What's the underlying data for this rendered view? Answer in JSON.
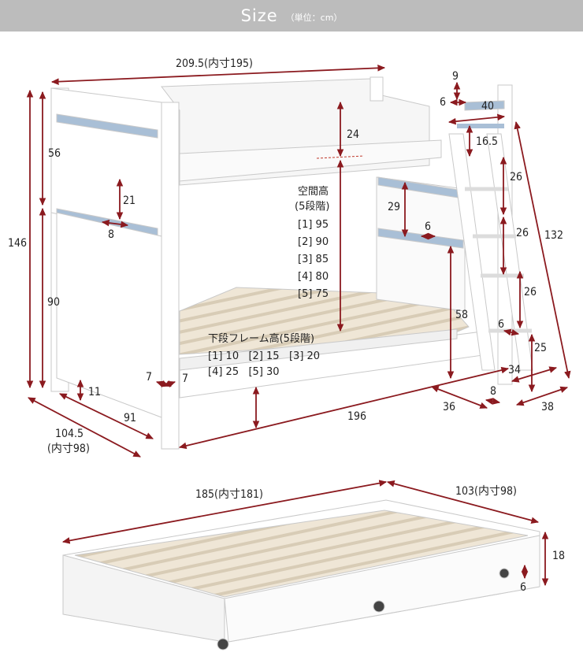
{
  "header": {
    "title": "Size",
    "unit": "（単位：cm）"
  },
  "colors": {
    "header_bg": "#bcbcbc",
    "dimension": "#8b1a1f",
    "frame": "#ffffff",
    "accent_rail": "#a9bfd6",
    "slats": "#e7dcc8"
  },
  "bunk": {
    "total_length": "209.5(内寸195)",
    "total_height": "146",
    "upper_guard": "56",
    "lower_side_height": "90",
    "rail_gap_side": "21",
    "rail_width_side": "8",
    "leg_bottom": "11",
    "leg_w1": "7",
    "leg_w2": "7",
    "depth_91": "91",
    "width_outer": "104.5",
    "width_inner": "(内寸98)",
    "length_196": "196",
    "post_top": "9",
    "post_6": "6",
    "ladder_top_40": "40",
    "ladder_16_5": "16.5",
    "guard_24": "24",
    "rail_29": "29",
    "rail_6": "6",
    "ladder_step1": "26",
    "ladder_step2": "26",
    "ladder_step3": "26",
    "ladder_132": "132",
    "ladder_58": "58",
    "step_6": "6",
    "ladder_25": "25",
    "ladder_34": "34",
    "ladder_8": "8",
    "ladder_36": "36",
    "ladder_38": "38"
  },
  "clearance": {
    "title": "空間高",
    "subtitle": "(5段階)",
    "levels": [
      "[1] 95",
      "[2] 90",
      "[3] 85",
      "[4] 80",
      "[5] 75"
    ]
  },
  "lower_frame": {
    "title": "下段フレーム高(5段階)",
    "row1": "[1] 10   [2] 15   [3] 20",
    "row2": "[4] 25   [5] 30"
  },
  "trundle": {
    "length": "185(内寸181)",
    "width": "103(内寸98)",
    "height": "18",
    "clearance": "6"
  }
}
